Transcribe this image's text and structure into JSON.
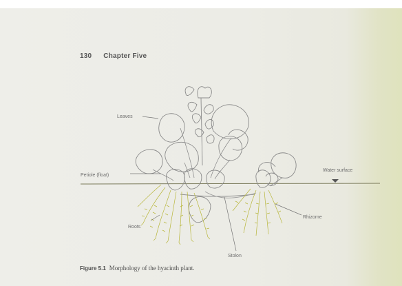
{
  "header": {
    "page_number": "130",
    "chapter": "Chapter Five"
  },
  "figure": {
    "labels": {
      "leaves": "Leaves",
      "petiole": "Petiole (float)",
      "water_surface": "Water surface",
      "roots": "Roots",
      "rhizome": "Rhizome",
      "stolon": "Stolon"
    }
  },
  "caption": {
    "number": "Figure 5.1",
    "text": "Morphology of the hyacinth plant."
  },
  "colors": {
    "line_art": "#8a8a8a",
    "roots": "#b8b63a",
    "water_line": "#7a7a5a"
  }
}
